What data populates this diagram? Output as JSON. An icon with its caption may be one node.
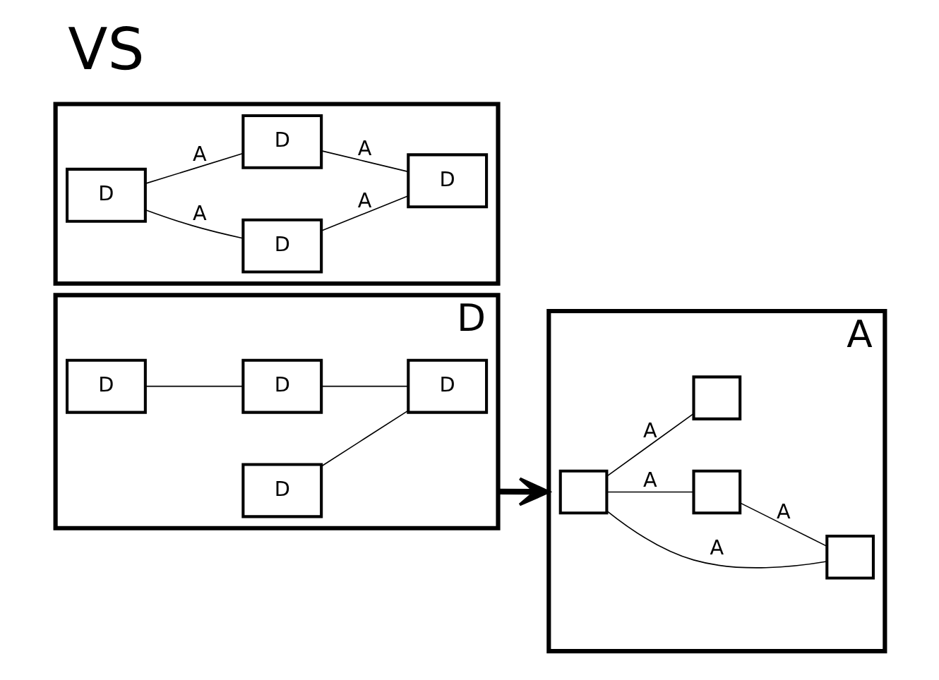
{
  "diagram": {
    "nodes": [
      {
        "text": [
          "D"
        ]
      },
      {
        "text": [
          "D"
        ],
        "in": 0
      },
      {
        "text": [
          "D"
        ],
        "in": 0
      },
      {
        "text": [
          "D"
        ],
        "in": 0
      },
      {
        "text": [
          "D"
        ],
        "in": 0
      },
      {
        "text": [
          "A"
        ]
      },
      {
        "text": [],
        "shape": "box",
        "in": 5
      },
      {
        "text": [],
        "shape": "box",
        "in": 5
      },
      {
        "text": [],
        "shape": "box",
        "in": 5
      },
      {
        "text": [],
        "shape": "box",
        "in": 5
      },
      {
        "text": [],
        "shape": "box"
      },
      {
        "text": [
          "D"
        ],
        "in": 10
      },
      {
        "text": [
          "D"
        ],
        "in": 10
      },
      {
        "text": [
          "D"
        ],
        "in": 10
      },
      {
        "text": [
          "D"
        ],
        "in": 10
      }
    ],
    "edges": [
      {
        "from": 1,
        "to": 4,
        "arrow": "none"
      },
      {
        "from": 3,
        "to": 2,
        "arrow": "none"
      },
      {
        "from": 2,
        "to": 4,
        "arrow": "none"
      },
      {
        "from": 6,
        "to": 7,
        "arrow": "none",
        "label": "A"
      },
      {
        "from": 6,
        "to": 9,
        "arrow": "none",
        "label": "A"
      },
      {
        "from": 6,
        "to": 8,
        "arrow": "none",
        "label": "A"
      },
      {
        "from": 8,
        "to": 7,
        "arrow": "none",
        "label": "A"
      },
      {
        "from": 12,
        "to": 11,
        "arrow": "none",
        "label": "A"
      },
      {
        "from": 12,
        "to": 13,
        "arrow": "none",
        "label": "A"
      },
      {
        "from": 11,
        "to": 14,
        "arrow": "none",
        "label": "A"
      },
      {
        "from": 13,
        "to": 14,
        "arrow": "none",
        "label": "A"
      },
      {
        "from": 0,
        "to": 5,
        "arrow": "to"
      }
    ],
    "labels": [
      "VS"
    ]
  }
}
